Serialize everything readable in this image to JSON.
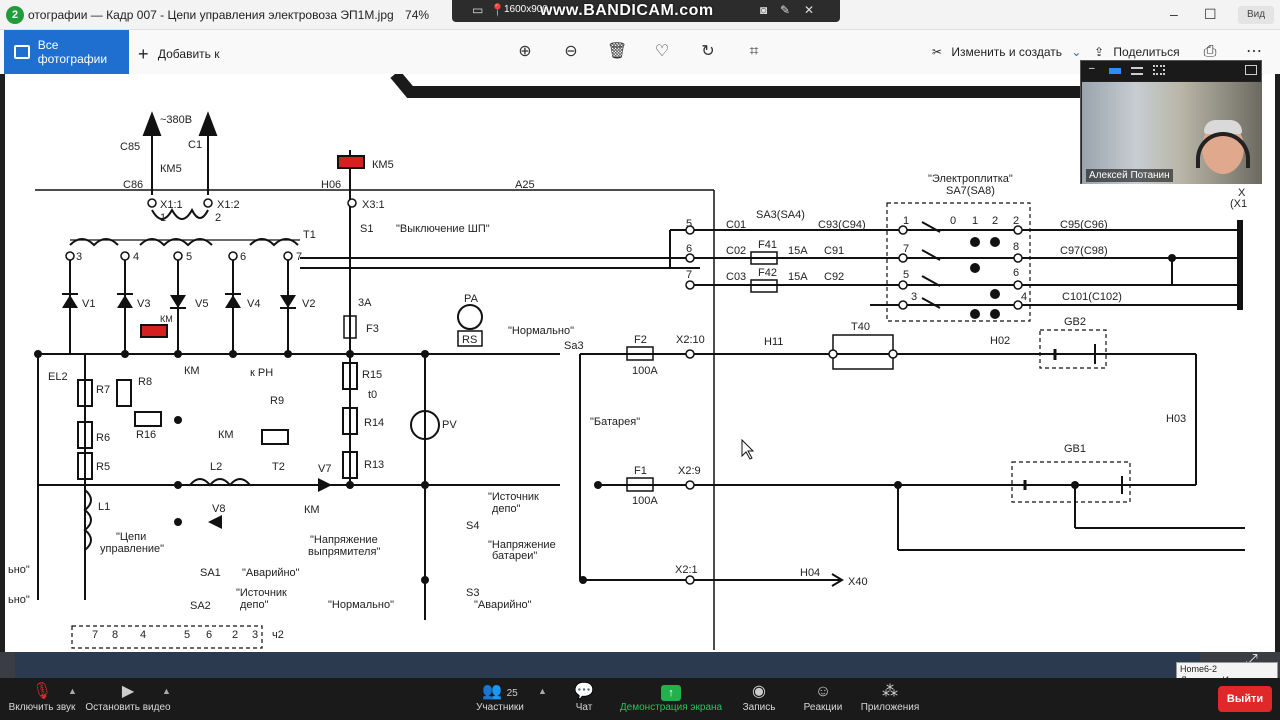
{
  "window": {
    "title": "отографии — Кадр 007 - Цепи управления электровоза ЭП1М.jpg",
    "zoom": "74%",
    "badge": "2"
  },
  "share": {
    "resolution": "1600x900",
    "recorder_watermark": "www.BANDICAM.com",
    "video_tab": "Вид"
  },
  "toolbar": {
    "all_photos": "Все фотографии",
    "add_to": "Добавить к",
    "edit_create": "Изменить и создать",
    "share": "Поделиться"
  },
  "schematic": {
    "labels": {
      "v380": "~380В",
      "c85": "С85",
      "c1": "С1",
      "km5a": "КМ5",
      "c86": "С86",
      "x1_1": "Х1:1",
      "x1_2": "Х1:2",
      "one": "1",
      "two": "2",
      "km5b": "КМ5",
      "h06": "Н06",
      "a25": "А25",
      "x3_1": "Х3:1",
      "s1": "S1",
      "vykl": "\"Выключение ШП\"",
      "t1": "Т1",
      "v1": "V1",
      "v3": "V3",
      "v5": "V5",
      "v4": "V4",
      "v2": "V2",
      "km_small": "КМ",
      "f3_3a": "3А",
      "f3": "F3",
      "pa": "РА",
      "rs": "RS",
      "normalno1": "\"Нормально\"",
      "sa3": "Sa3",
      "f2": "F2",
      "x2_10": "Х2:10",
      "h11": "Н11",
      "t40": "Т40",
      "h02": "Н02",
      "gb2": "GB2",
      "el2": "EL2",
      "r7": "R7",
      "r8": "R8",
      "km_a": "КМ",
      "k_rn": "к РН",
      "r15": "R15",
      "t0": "t0",
      "r16": "R16",
      "r9": "R9",
      "km_b": "КМ",
      "r14": "R14",
      "pv": "PV",
      "batareya": "\"Батарея\"",
      "h03": "Н03",
      "r6": "R6",
      "r5": "R5",
      "l2": "L2",
      "t2": "Т2",
      "v7": "V7",
      "r13": "R13",
      "f1": "F1",
      "f1_100a": "100А",
      "f2_100a": "100А",
      "x2_9": "Х2:9",
      "gb1": "GB1",
      "l1": "L1",
      "v8": "V8",
      "km_c": "КМ",
      "ist_depo1": "\"Источник",
      "ist_depo1b": "депо\"",
      "s4": "S4",
      "napr_bat": "\"Напряжение",
      "napr_bat2": "батареи\"",
      "tsepi": "\"Цепи",
      "upr": "управление\"",
      "napr_vypr": "\"Напряжение",
      "napr_vypr2": "выпрямителя\"",
      "sa1": "SA1",
      "avar1": "\"Аварийно\"",
      "x2_1": "Х2:1",
      "h04": "Н04",
      "x40": "Х40",
      "ist_depo2": "\"Источник",
      "ist_depo2b": "депо\"",
      "sa2": "SA2",
      "normalno2": "\"Нормально\"",
      "s3": "S3",
      "avar2": "\"Аварийно\"",
      "no1": "ьно\"",
      "no2": "ьно\"",
      "ch2": "ч2",
      "bottom_nums": [
        "7",
        "8",
        "4",
        "5",
        "6",
        "2",
        "3"
      ],
      "diode_nums": [
        "3",
        "4",
        "5",
        "6",
        "7"
      ],
      "c01": "С01",
      "sa3_sa4": "SA3(SA4)",
      "c93": "С93(С94)",
      "c02": "С02",
      "f41": "F41",
      "a15_1": "15А",
      "c91": "С91",
      "c03": "С03",
      "f42": "F42",
      "a15_2": "15А",
      "c92": "С92",
      "n5": "5",
      "n6": "6",
      "n7": "7",
      "plitka": "\"Электроплитка\"",
      "sa7": "SA7(SA8)",
      "sw_top": [
        "1",
        "0",
        "1",
        "2",
        "2"
      ],
      "sw_left": [
        "7",
        "5",
        "3"
      ],
      "sw_right": [
        "8",
        "6",
        "4"
      ],
      "c95": "С95(С96)",
      "c97": "С97(С98)",
      "c101": "С101(С102)",
      "x_right": "Х",
      "x1_right": "(Х1"
    }
  },
  "participant": {
    "name": "Алексей Потанин"
  },
  "tooltip": {
    "line1": "Home6-2",
    "line2": "Доступ к Интернету"
  },
  "zoom_controls": {
    "mute": "Включить звук",
    "video": "Остановить видео",
    "participants": "Участники",
    "participants_count": "25",
    "chat": "Чат",
    "share_screen": "Демонстрация экрана",
    "record": "Запись",
    "reactions": "Реакции",
    "apps": "Приложения",
    "leave": "Выйти"
  },
  "colors": {
    "accent_blue": "#1e6fd0",
    "share_green": "#22b14c",
    "leave_red": "#e02828",
    "relay_red": "#d32020"
  }
}
